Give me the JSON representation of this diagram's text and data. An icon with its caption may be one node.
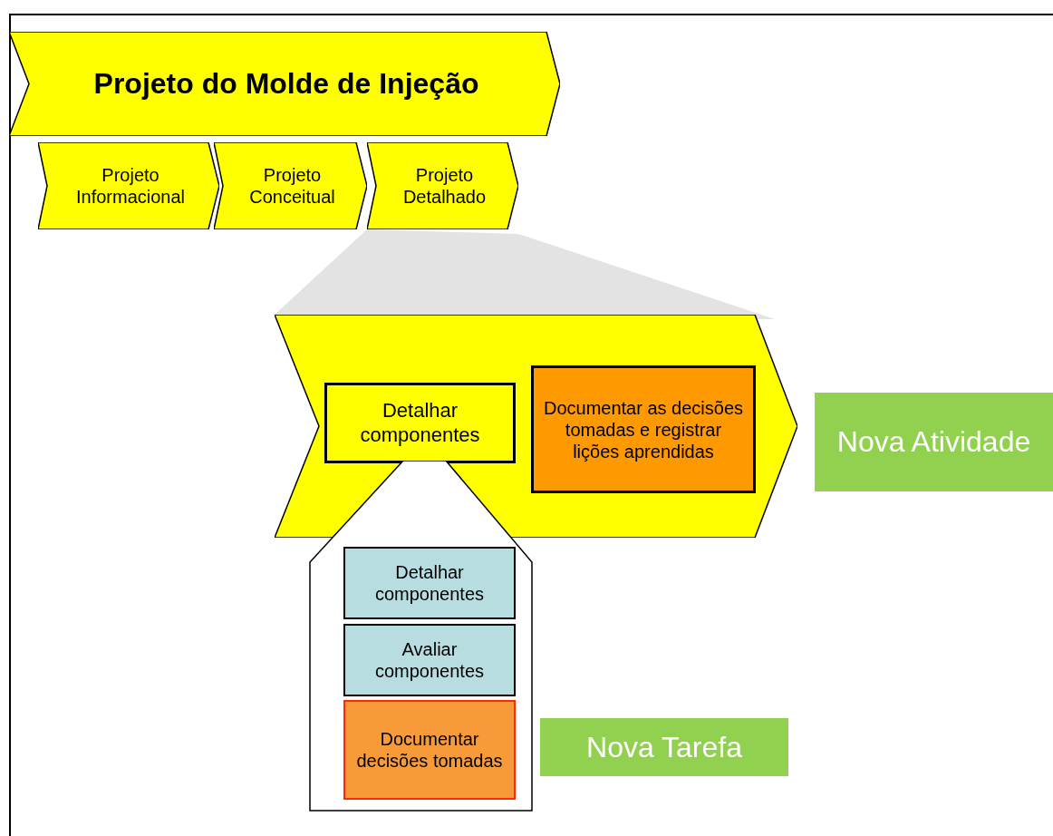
{
  "diagram": {
    "nodes": [
      {
        "text": [
          "Projeto do Molde de Injeção"
        ]
      },
      {
        "text": [
          "Projeto Informacional"
        ]
      },
      {
        "text": [
          "Projeto Conceitual"
        ]
      },
      {
        "text": [
          "Projeto Detalhado"
        ]
      },
      {
        "text": [],
        "shape": "chevron"
      },
      {
        "text": [
          "Detalhar componentes"
        ],
        "in": 4
      },
      {
        "text": [
          "Documentar as decisões tomadas e registrar lições aprendidas"
        ],
        "in": 4
      },
      {
        "text": [],
        "shape": "pentagon"
      },
      {
        "text": [
          "Detalhar componentes"
        ],
        "in": 7
      },
      {
        "text": [
          "Avaliar componentes"
        ],
        "in": 7
      },
      {
        "text": [
          "Documentar decisões tomadas"
        ],
        "in": 7
      },
      {
        "text": [
          "Nova Atividade"
        ]
      },
      {
        "text": [
          "Nova Tarefa"
        ]
      }
    ]
  }
}
